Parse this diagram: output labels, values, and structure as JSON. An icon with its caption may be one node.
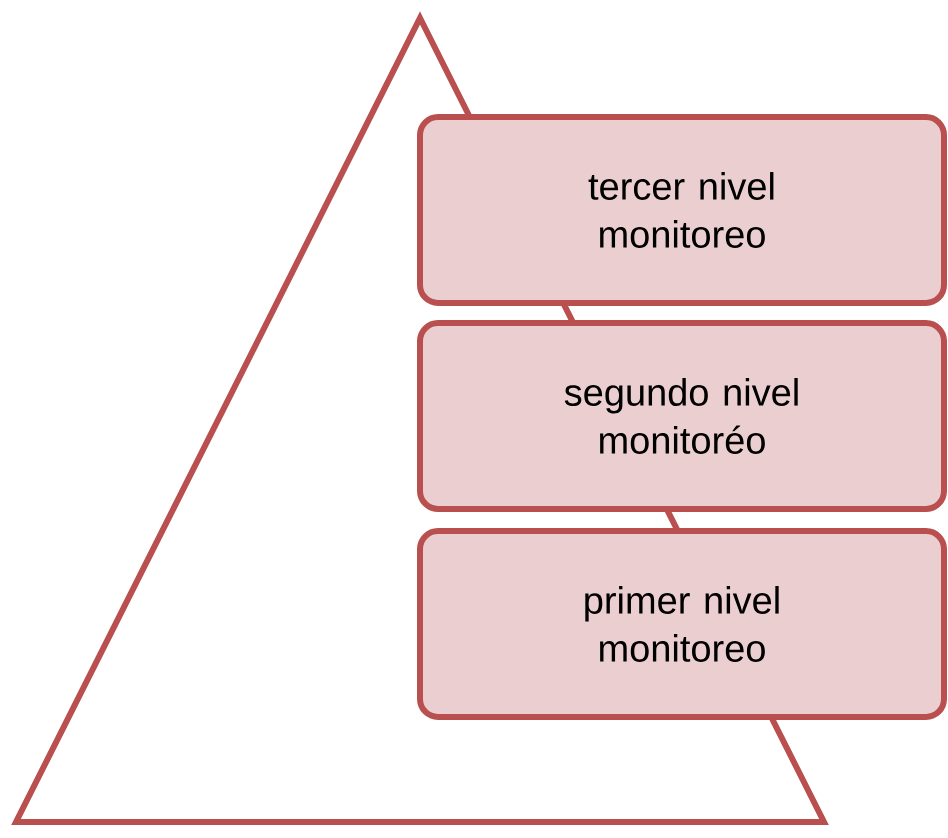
{
  "diagram": {
    "nodes": [
      {
        "text": [
          "tercer nivel monitoreo"
        ]
      },
      {
        "text": [
          "segundo nivel monitoréo"
        ]
      },
      {
        "text": [
          "primer nivel monitoreo"
        ]
      }
    ]
  }
}
